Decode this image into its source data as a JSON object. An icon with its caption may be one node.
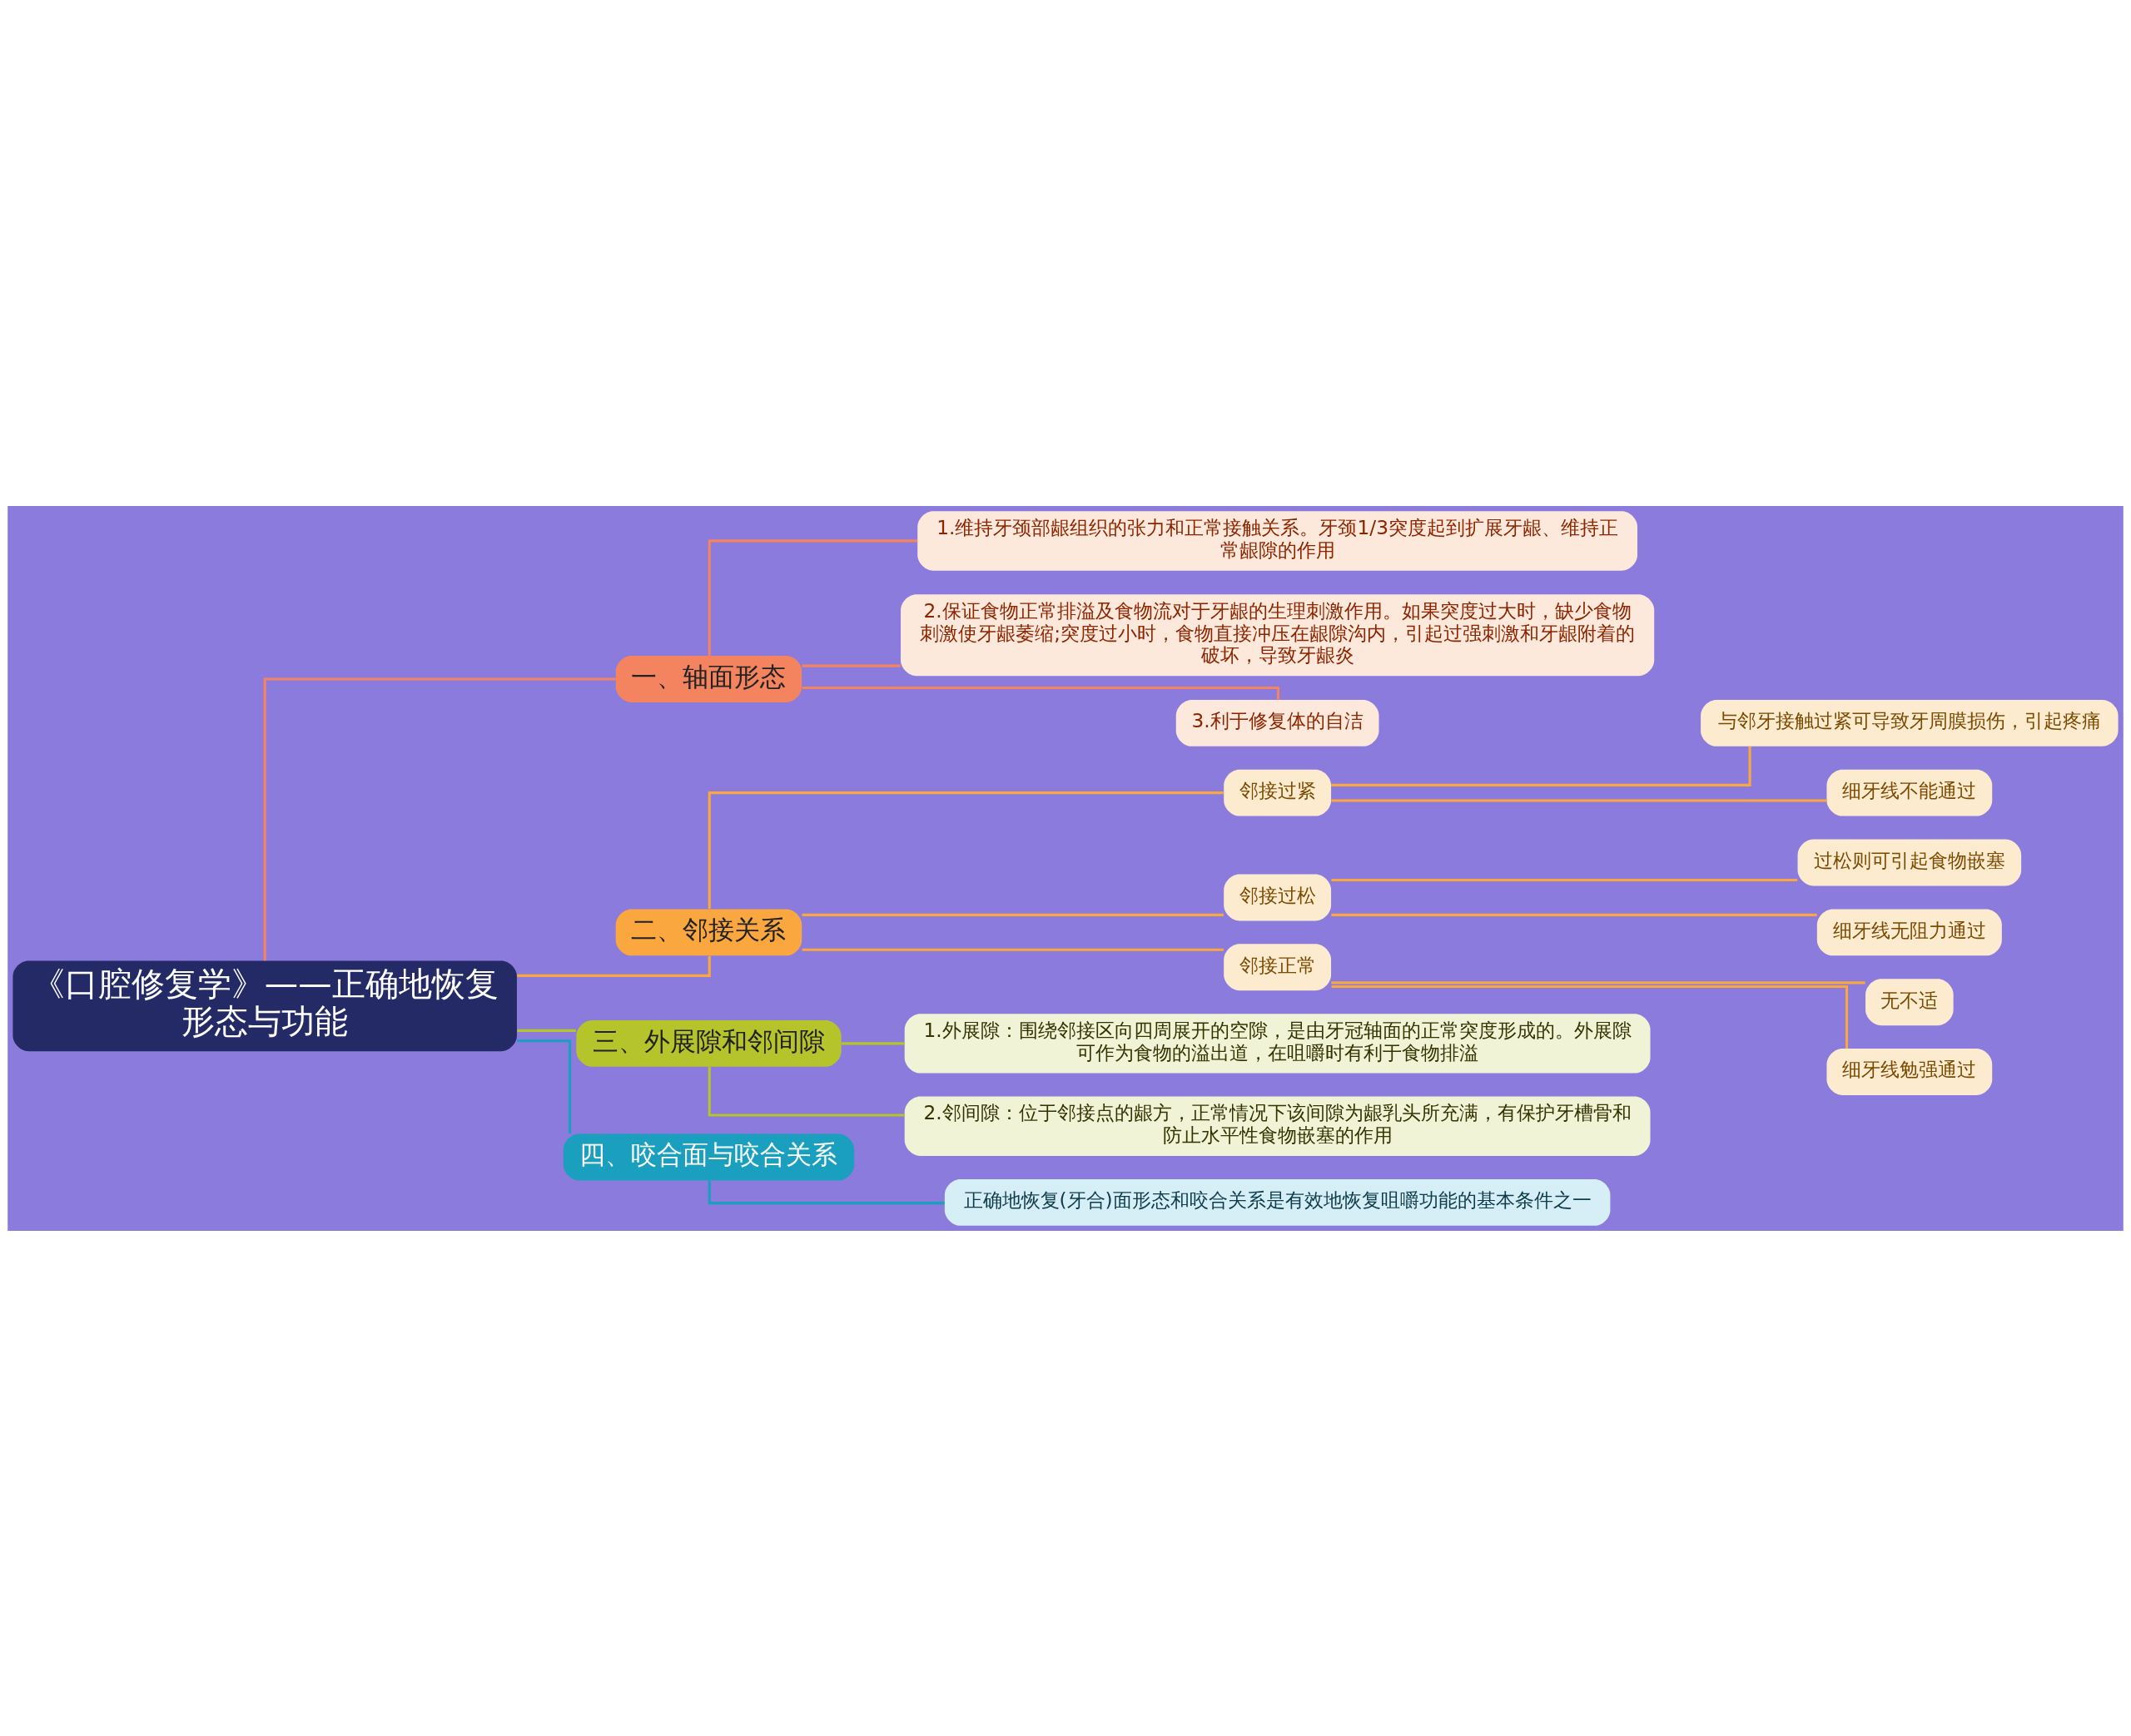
{
  "diagram": {
    "nodes": [
      {
        "text": [
          "《口腔修复学》——正确地恢复形态与功能"
        ]
      },
      {
        "text": [
          "一、轴面形态"
        ]
      },
      {
        "text": [
          "1.维持牙颈部龈组织的张力和正常接触关系。牙颈1/3突度起到扩展牙龈、维持正常龈隙的作用"
        ]
      },
      {
        "text": [
          "2.保证食物正常排溢及食物流对于牙龈的生理刺激作用。如果突度过大时，缺少食物刺激使牙龈萎缩;突度过小时，食物直接冲压在龈隙沟内，引起过强刺激和牙龈附着的破坏，导致牙龈炎"
        ]
      },
      {
        "text": [
          "3.利于修复体的自洁"
        ]
      },
      {
        "text": [
          "二、邻接关系"
        ]
      },
      {
        "text": [
          "邻接过紧"
        ]
      },
      {
        "text": [
          "与邻牙接触过紧可导致牙周膜损伤，引起疼痛"
        ]
      },
      {
        "text": [
          "细牙线不能通过"
        ]
      },
      {
        "text": [
          "邻接过松"
        ]
      },
      {
        "text": [
          "过松则可引起食物嵌塞"
        ]
      },
      {
        "text": [
          "细牙线无阻力通过"
        ]
      },
      {
        "text": [
          "邻接正常"
        ]
      },
      {
        "text": [
          "无不适"
        ]
      },
      {
        "text": [
          "细牙线勉强通过"
        ]
      },
      {
        "text": [
          "三、外展隙和邻间隙"
        ]
      },
      {
        "text": [
          "1.外展隙：围绕邻接区向四周展开的空隙，是由牙冠轴面的正常突度形成的。外展隙可作为食物的溢出道，在咀嚼时有利于食物排溢"
        ]
      },
      {
        "text": [
          "2.邻间隙：位于邻接点的龈方，正常情况下该间隙为龈乳头所充满，有保护牙槽骨和防止水平性食物嵌塞的作用"
        ]
      },
      {
        "text": [
          "四、咬合面与咬合关系"
        ]
      },
      {
        "text": [
          "正确地恢复(牙合)面形态和咬合关系是有效地恢复咀嚼功能的基本条件之一"
        ]
      }
    ],
    "edges": [
      {
        "from": 0,
        "to": 1,
        "arrow": "none",
        "color": "#f4845f"
      },
      {
        "from": 1,
        "to": 2,
        "arrow": "none",
        "color": "#f4845f"
      },
      {
        "from": 1,
        "to": 3,
        "arrow": "none",
        "color": "#f4845f"
      },
      {
        "from": 1,
        "to": 4,
        "arrow": "none",
        "color": "#f4845f"
      },
      {
        "from": 0,
        "to": 5,
        "arrow": "none",
        "color": "#f9a73e"
      },
      {
        "from": 5,
        "to": 6,
        "arrow": "none",
        "color": "#f9a73e"
      },
      {
        "from": 6,
        "to": 7,
        "arrow": "none",
        "color": "#f9a73e"
      },
      {
        "from": 6,
        "to": 8,
        "arrow": "none",
        "color": "#f9a73e"
      },
      {
        "from": 5,
        "to": 9,
        "arrow": "none",
        "color": "#f9a73e"
      },
      {
        "from": 9,
        "to": 10,
        "arrow": "none",
        "color": "#f9a73e"
      },
      {
        "from": 9,
        "to": 11,
        "arrow": "none",
        "color": "#f9a73e"
      },
      {
        "from": 5,
        "to": 12,
        "arrow": "none",
        "color": "#f9a73e"
      },
      {
        "from": 12,
        "to": 13,
        "arrow": "none",
        "color": "#f9a73e"
      },
      {
        "from": 12,
        "to": 14,
        "arrow": "none",
        "color": "#f9a73e"
      },
      {
        "from": 0,
        "to": 15,
        "arrow": "none",
        "color": "#b5c42a"
      },
      {
        "from": 15,
        "to": 16,
        "arrow": "none",
        "color": "#b5c42a"
      },
      {
        "from": 15,
        "to": 17,
        "arrow": "none",
        "color": "#b5c42a"
      },
      {
        "from": 0,
        "to": 18,
        "arrow": "none",
        "color": "#1a9fbf"
      },
      {
        "from": 18,
        "to": 19,
        "arrow": "none",
        "color": "#1a9fbf"
      }
    ]
  }
}
